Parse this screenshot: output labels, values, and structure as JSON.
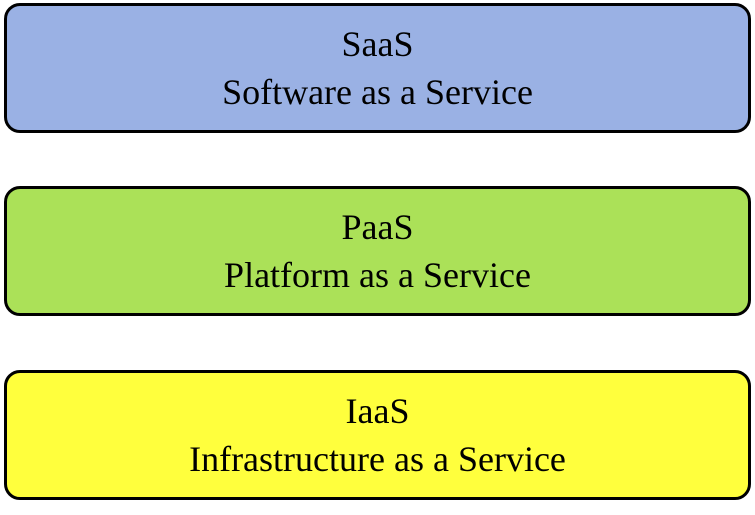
{
  "diagram": {
    "background_color": "#FFFFFF",
    "border_color": "#000000",
    "text_color": "#000000",
    "boxes": [
      {
        "id": "saas",
        "acronym": "SaaS",
        "label": "Software as a Service",
        "fill": "#9AB1E4"
      },
      {
        "id": "paas",
        "acronym": "PaaS",
        "label": "Platform as a Service",
        "fill": "#ABE158"
      },
      {
        "id": "iaas",
        "acronym": "IaaS",
        "label": "Infrastructure as a Service",
        "fill": "#FFFF3D"
      }
    ]
  }
}
